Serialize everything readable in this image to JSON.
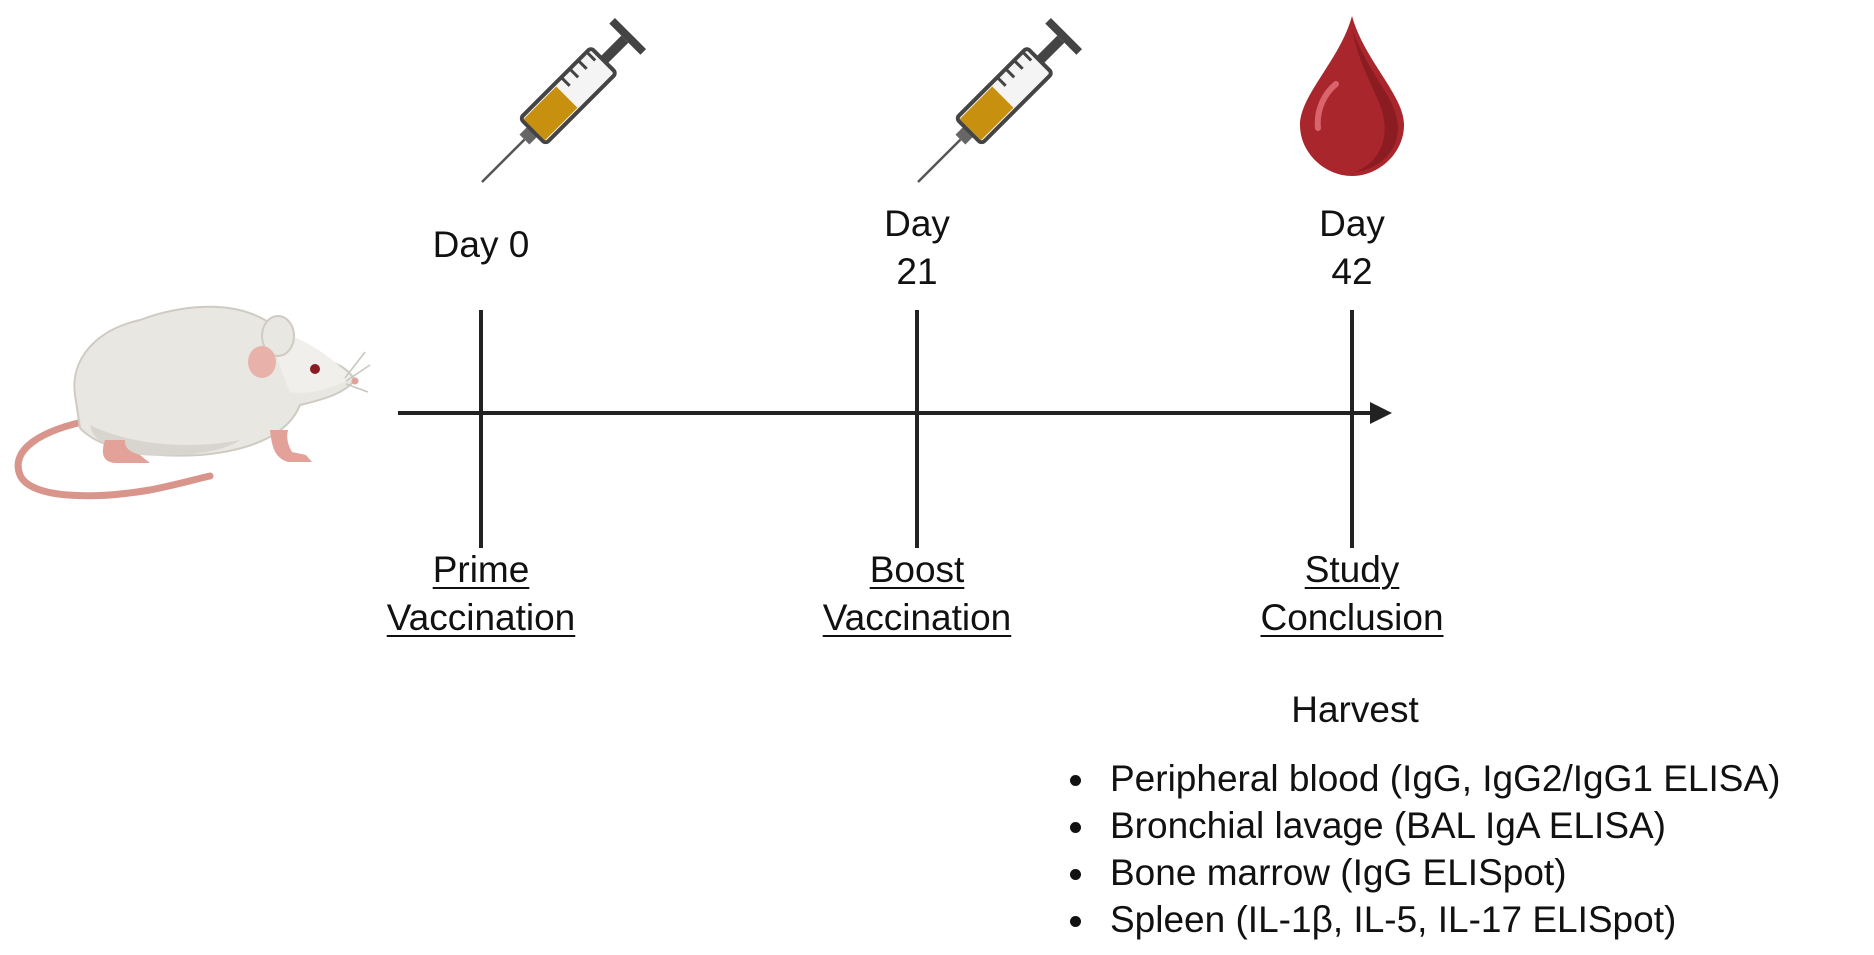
{
  "timeline": {
    "events": [
      {
        "day_lines": [
          "Day 0"
        ],
        "name_lines": [
          "Prime",
          "Vaccination"
        ],
        "icon": "syringe-icon"
      },
      {
        "day_lines": [
          "Day",
          "21"
        ],
        "name_lines": [
          "Boost",
          "Vaccination"
        ],
        "icon": "syringe-icon"
      },
      {
        "day_lines": [
          "Day",
          "42"
        ],
        "name_lines": [
          "Study",
          "Conclusion"
        ],
        "icon": "blood-drop-icon"
      }
    ]
  },
  "harvest": {
    "title": "Harvest",
    "items": [
      "Peripheral blood (IgG, IgG2/IgG1 ELISA)",
      "Bronchial lavage (BAL IgA ELISA)",
      "Bone marrow (IgG ELISpot)",
      "Spleen (IL-1β, IL-5, IL-17 ELISpot)"
    ]
  },
  "colors": {
    "line": "#222222",
    "syringe_fill": "#c8900f",
    "blood": "#a8262c",
    "mouse_body": "#e9e7e2",
    "mouse_pink": "#e2a29a"
  }
}
